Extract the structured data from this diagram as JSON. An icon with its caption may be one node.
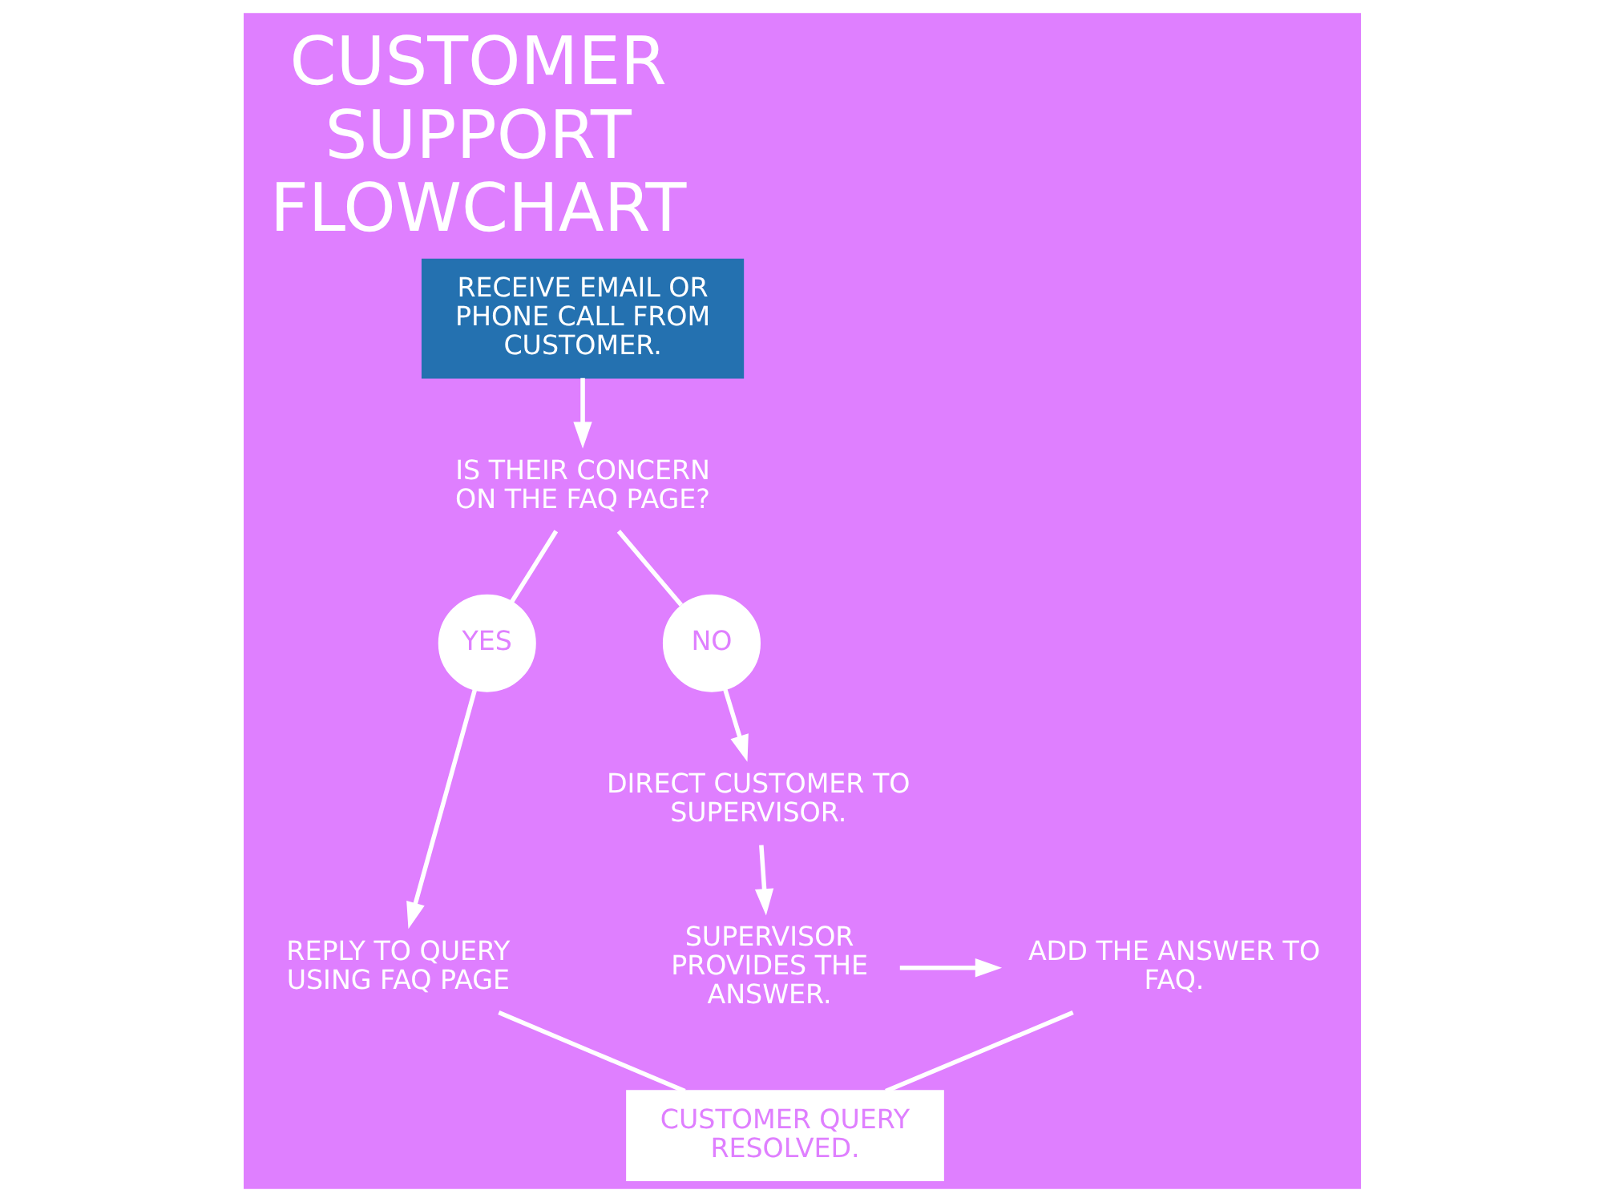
{
  "diagram": {
    "title": "CUSTOMER SUPPORT FLOWCHART",
    "nodes": [
      {
        "text": [
          "RECEIVE EMAIL OR PHONE CALL FROM CUSTOMER."
        ]
      },
      {
        "text": [
          "IS THEIR CONCERN ON THE FAQ PAGE?"
        ]
      },
      {
        "text": [
          "YES"
        ]
      },
      {
        "text": [
          "NO"
        ]
      },
      {
        "text": [
          "REPLY TO QUERY USING FAQ PAGE"
        ]
      },
      {
        "text": [
          "DIRECT CUSTOMER TO SUPERVISOR."
        ]
      },
      {
        "text": [
          "SUPERVISOR PROVIDES THE ANSWER."
        ]
      },
      {
        "text": [
          "ADD THE ANSWER TO FAQ."
        ]
      },
      {
        "text": [
          "CUSTOMER QUERY RESOLVED."
        ]
      }
    ],
    "edges": [
      {
        "from": 0,
        "to": 1,
        "arrow": "to"
      },
      {
        "from": 1,
        "to": 2,
        "arrow": "none"
      },
      {
        "from": 1,
        "to": 3,
        "arrow": "none"
      },
      {
        "from": 2,
        "to": 4,
        "arrow": "to"
      },
      {
        "from": 3,
        "to": 5,
        "arrow": "to"
      },
      {
        "from": 5,
        "to": 6,
        "arrow": "to"
      },
      {
        "from": 6,
        "to": 7,
        "arrow": "to"
      },
      {
        "from": 4,
        "to": 8,
        "arrow": "none"
      },
      {
        "from": 7,
        "to": 8,
        "arrow": "none"
      }
    ]
  }
}
